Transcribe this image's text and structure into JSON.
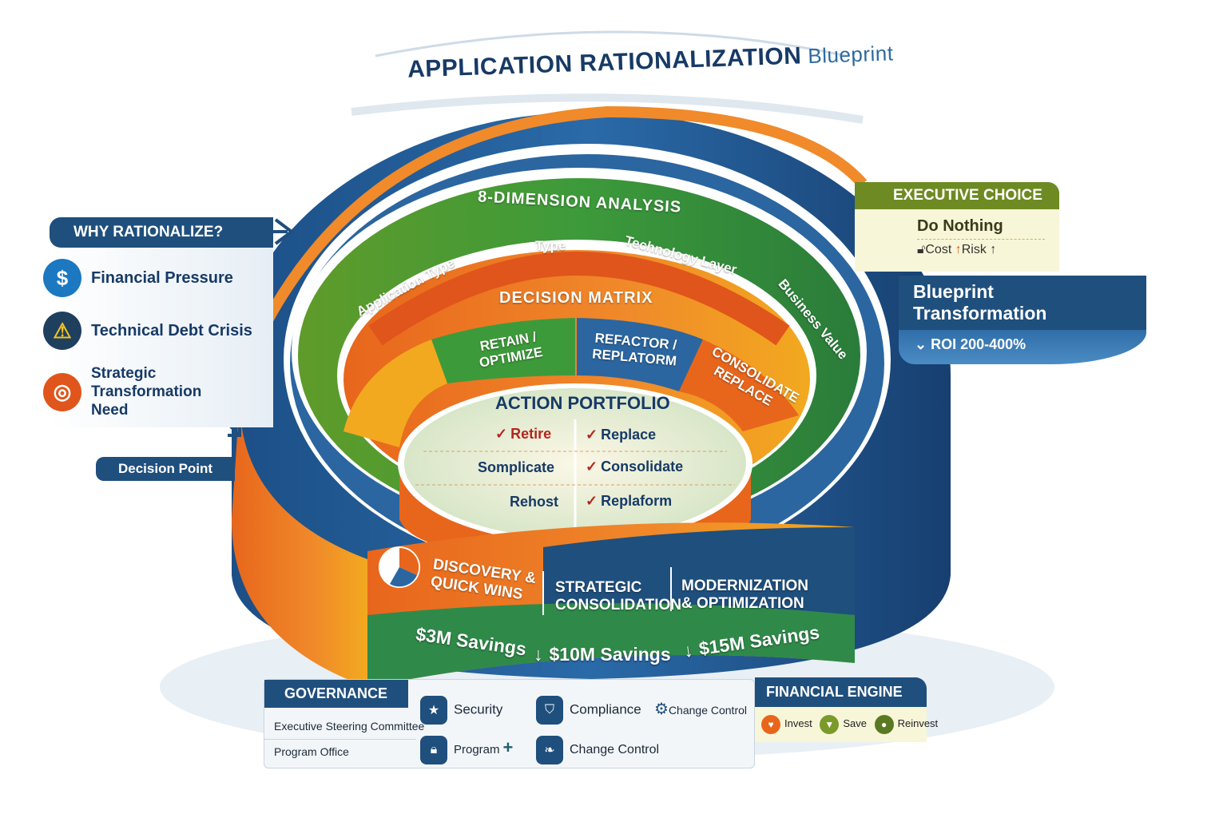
{
  "title": {
    "main": "APPLICATION RATIONALIZATION",
    "sub": "Blueprint"
  },
  "why": {
    "header": "WHY RATIONALIZE?",
    "items": [
      {
        "label": "Financial Pressure",
        "icon": "dollar-icon",
        "glyph": "$",
        "color": "#1c78c0"
      },
      {
        "label": "Technical Debt Crisis",
        "icon": "warning-icon",
        "glyph": "!",
        "color": "#f2c21b"
      },
      {
        "label": "Strategic Transformation Need",
        "icon": "target-icon",
        "glyph": "◎",
        "color": "#e0551b"
      }
    ],
    "decision_point": "Decision Point"
  },
  "analysis": {
    "label": "8-DIMENSION ANALYSIS",
    "segments": [
      "Application Type",
      "Type",
      "Technology Layer",
      "Business Value"
    ]
  },
  "decision_matrix": {
    "label": "DECISION MATRIX",
    "segments": [
      "RETAIN / OPTIMIZE",
      "REFACTOR / REPLATORM",
      "CONSOLIDATE REPLACE"
    ]
  },
  "action_portfolio": {
    "title": "ACTION PORTFOLIO",
    "left": [
      "Retire",
      "Somplicate",
      "Rehost"
    ],
    "right": [
      "Replace",
      "Consolidate",
      "Replaform"
    ]
  },
  "phases": {
    "items": [
      "DISCOVERY & QUICK WINS",
      "STRATEGIC CONSOLIDATION",
      "MODERNIZATION & OPTIMIZATION"
    ],
    "savings": [
      "$3M Savings",
      "$10M Savings",
      "$15M Savings"
    ]
  },
  "executive_choice": {
    "header": "EXECUTIVE CHOICE",
    "option": "Do Nothing",
    "cost": "Cost",
    "risk": "Risk",
    "transformation": "Blueprint Transformation",
    "roi": "ROI 200-400%"
  },
  "governance": {
    "header": "GOVERNANCE",
    "bodies": [
      "Executive Steering Committee",
      "Program Office"
    ],
    "row1": [
      "Security",
      "Compliance",
      "Change Control"
    ],
    "row2": [
      "Program",
      "Change Control"
    ]
  },
  "financial_engine": {
    "header": "FINANCIAL ENGINE",
    "items": [
      "Invest",
      "Save",
      "Reinvest"
    ]
  },
  "colors": {
    "navy": "#1f4f7d",
    "green": "#3d9a3a",
    "orange": "#e8661c",
    "yellow": "#f2a91f"
  }
}
